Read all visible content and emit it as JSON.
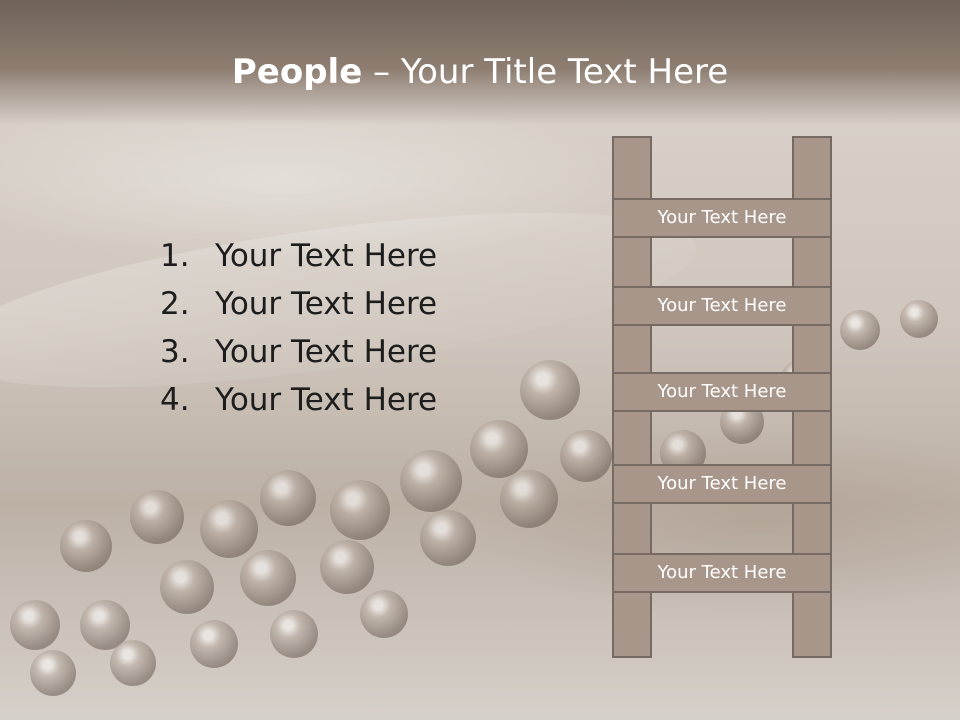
{
  "slide": {
    "title_bold": "People",
    "title_rest": " – Your Title Text Here",
    "list": [
      {
        "number": "1.",
        "text": "Your Text Here"
      },
      {
        "number": "2.",
        "text": "Your Text Here"
      },
      {
        "number": "3.",
        "text": "Your Text Here"
      },
      {
        "number": "4.",
        "text": "Your Text Here"
      }
    ],
    "ladder_rungs": [
      "Your Text Here",
      "Your Text Here",
      "Your Text Here",
      "Your Text Here",
      "Your Text Here"
    ]
  },
  "colors": {
    "header": "#8e7e72",
    "ladder_fill": "#a8968a",
    "ladder_border": "#776a62",
    "text": "#1d1d1d",
    "title_text": "#ffffff"
  }
}
